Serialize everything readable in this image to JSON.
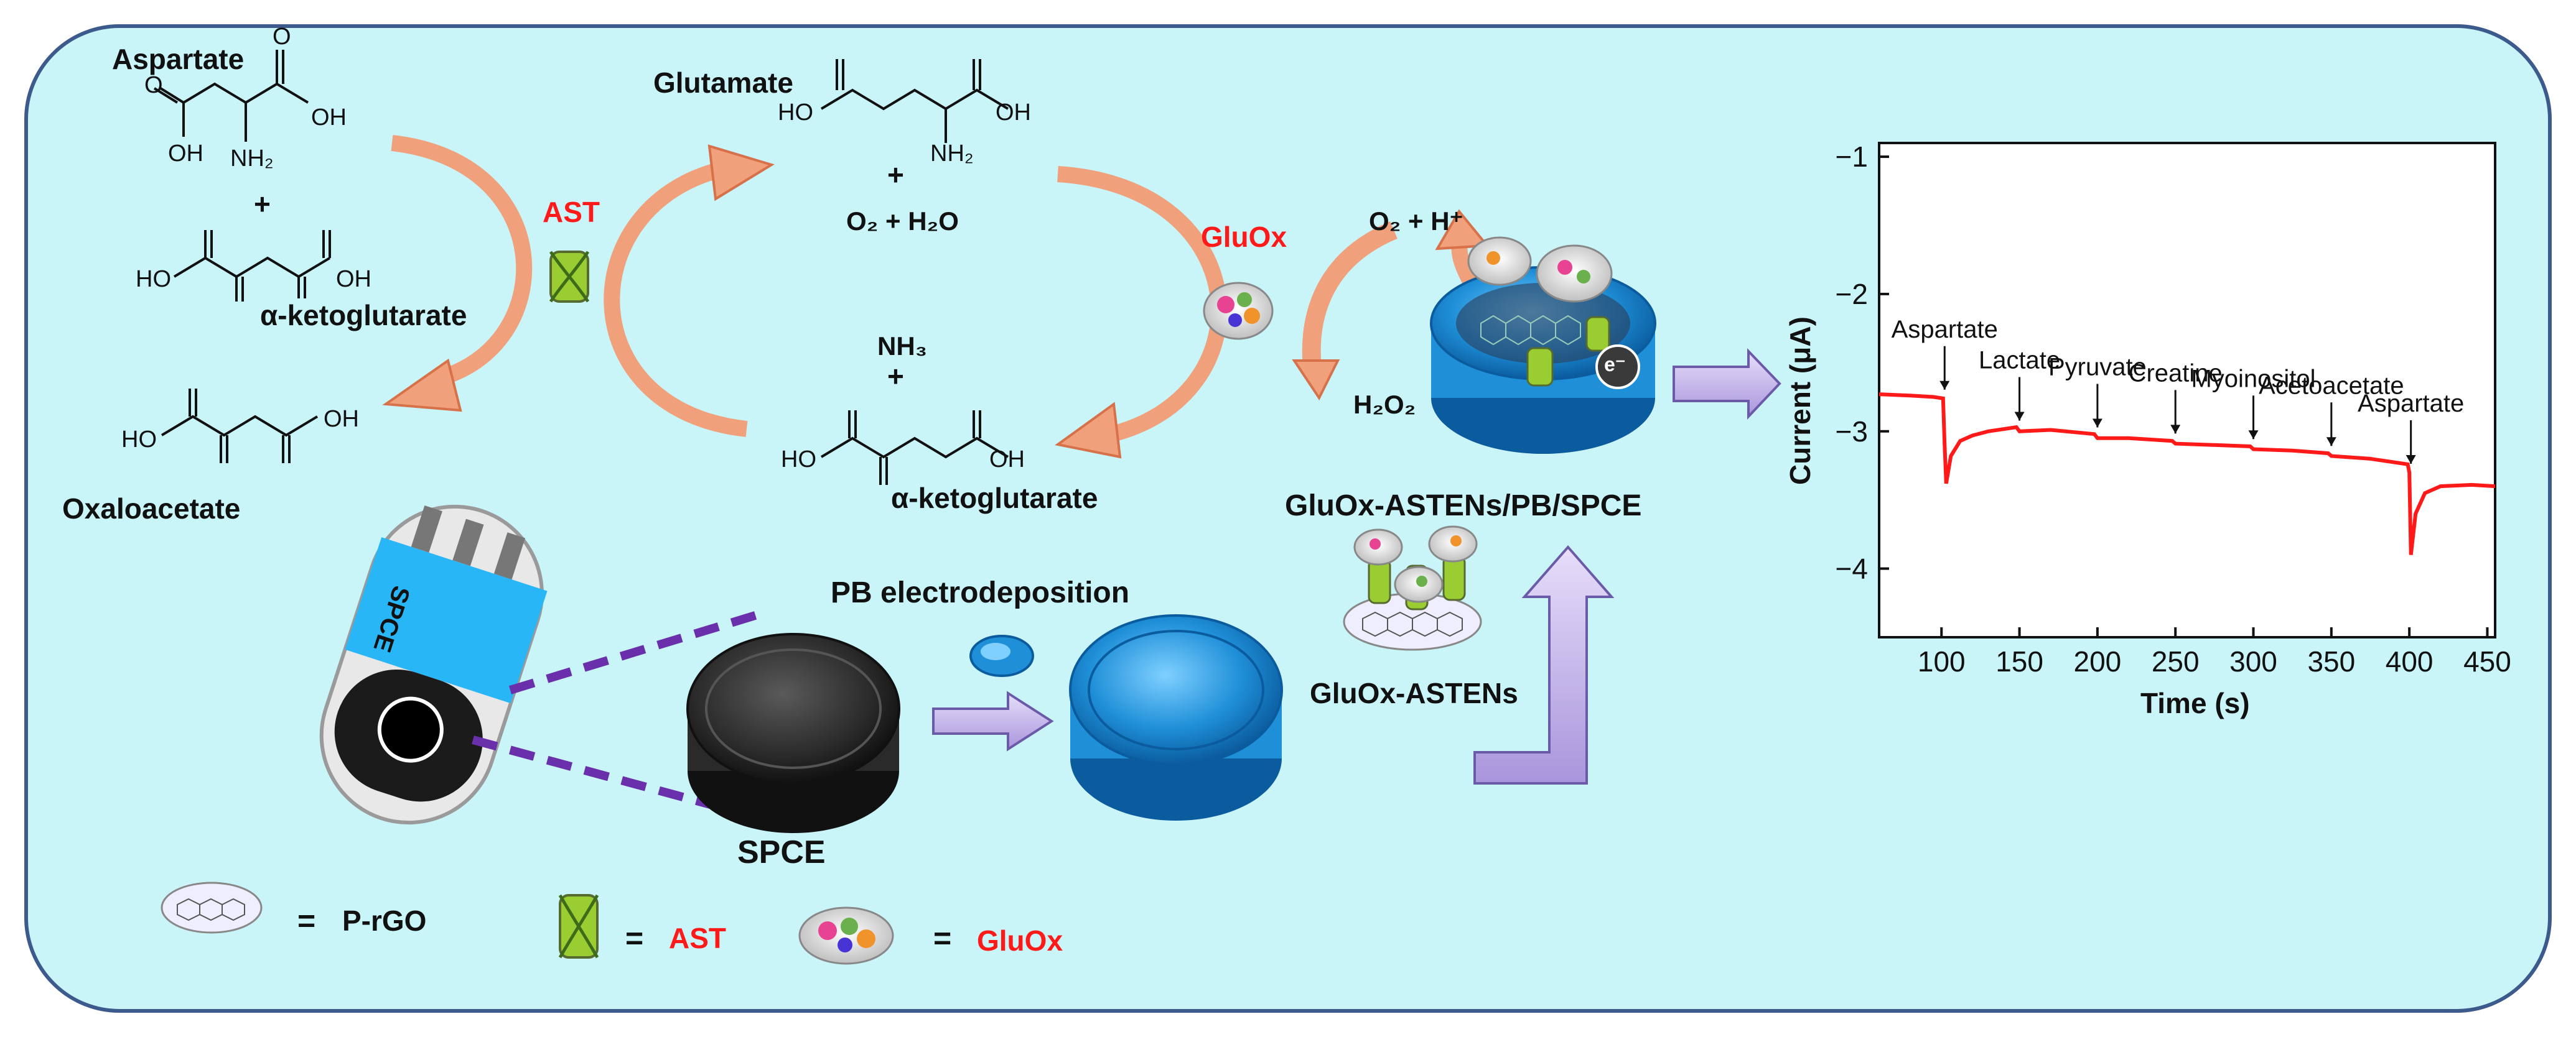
{
  "reaction": {
    "aspartate": "Aspartate",
    "plus1": "+",
    "ketoglutarate_left": "α-ketoglutarate",
    "oxaloacetate": "Oxaloacetate",
    "ast": "AST",
    "glutamate": "Glutamate",
    "plus2": "+",
    "o2_h2o": "O₂ + H₂O",
    "nh3": "NH₃",
    "plus3": "+",
    "ketoglutarate_mid": "α-ketoglutarate",
    "gluox": "GluOx",
    "o2_h": "O₂ + H⁺",
    "h2o2": "H₂O₂",
    "electron": "e⁻"
  },
  "molecule_labels": {
    "ho": "HO",
    "oh": "OH",
    "o": "O",
    "nh2": "NH₂"
  },
  "fabrication": {
    "device_label": "SPCE",
    "spce": "SPCE",
    "pb_step": "PB electrodeposition",
    "enzyme_nano": "GluOx-ASTENs",
    "final_electrode": "GluOx-ASTENs/PB/SPCE"
  },
  "legend": {
    "eq": "=",
    "prgo": "P-rGO",
    "ast": "AST",
    "gluox": "GluOx"
  },
  "colors": {
    "background": "#c9f4f8",
    "border": "#3d5a8c",
    "curved_arrow": "#f0a07a",
    "block_arrow": "#b7a8e0",
    "trace": "#ff1a1a",
    "label_red": "#ff1a1a",
    "electrode_blue": "#1f8fd8",
    "spce_black": "#2a2a2a"
  },
  "icons": [
    "graphene-sheet-icon",
    "ast-enzyme-icon",
    "gluox-enzyme-icon",
    "electrode-icon"
  ],
  "chart_data": {
    "type": "line",
    "xlabel": "Time (s)",
    "ylabel": "Current (μA)",
    "xlim": [
      60,
      455
    ],
    "ylim": [
      -4.5,
      -0.9
    ],
    "xticks": [
      100,
      150,
      200,
      250,
      300,
      350,
      400,
      450
    ],
    "yticks": [
      -1,
      -2,
      -3,
      -4
    ],
    "xtick_labels": [
      "100",
      "150",
      "200",
      "250",
      "300",
      "350",
      "400",
      "450"
    ],
    "ytick_labels": [
      "−1",
      "−2",
      "−3",
      "−4"
    ],
    "series": [
      {
        "points": [
          [
            60,
            -2.73
          ],
          [
            80,
            -2.74
          ],
          [
            95,
            -2.75
          ],
          [
            101,
            -2.76
          ],
          [
            102,
            -3.1
          ],
          [
            103,
            -3.38
          ],
          [
            106,
            -3.18
          ],
          [
            112,
            -3.07
          ],
          [
            120,
            -3.03
          ],
          [
            130,
            -3.0
          ],
          [
            148,
            -2.97
          ],
          [
            150,
            -3.0
          ],
          [
            170,
            -2.99
          ],
          [
            198,
            -3.02
          ],
          [
            200,
            -3.05
          ],
          [
            220,
            -3.05
          ],
          [
            248,
            -3.07
          ],
          [
            250,
            -3.09
          ],
          [
            275,
            -3.1
          ],
          [
            298,
            -3.11
          ],
          [
            300,
            -3.13
          ],
          [
            325,
            -3.14
          ],
          [
            348,
            -3.16
          ],
          [
            350,
            -3.18
          ],
          [
            375,
            -3.2
          ],
          [
            399,
            -3.24
          ],
          [
            400,
            -3.3
          ],
          [
            401,
            -3.9
          ],
          [
            404,
            -3.6
          ],
          [
            410,
            -3.45
          ],
          [
            420,
            -3.4
          ],
          [
            440,
            -3.39
          ],
          [
            455,
            -3.4
          ]
        ]
      }
    ],
    "annotations": [
      {
        "label": "Aspartate",
        "x": 102
      },
      {
        "label": "Lactate",
        "x": 150
      },
      {
        "label": "Pyruvate",
        "x": 200
      },
      {
        "label": "Creatine",
        "x": 250
      },
      {
        "label": "Myoinositol",
        "x": 300
      },
      {
        "label": "Acetoacetate",
        "x": 350
      },
      {
        "label": "Aspartate",
        "x": 401
      }
    ]
  }
}
